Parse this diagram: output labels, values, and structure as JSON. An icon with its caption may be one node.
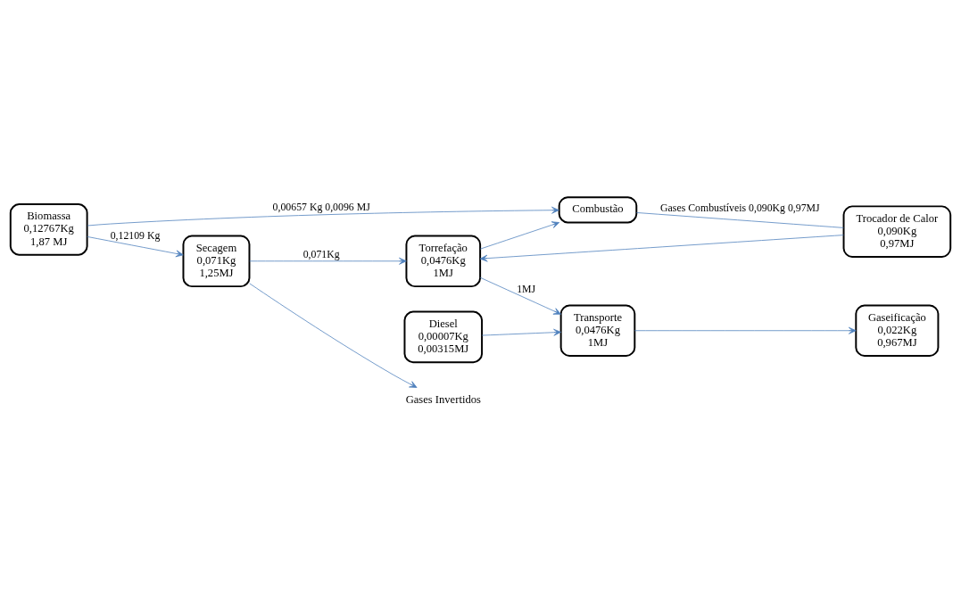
{
  "diagram": {
    "nodes": [
      {
        "text": [
          "Biomassa",
          "0,12767Kg",
          "1,87 MJ"
        ]
      },
      {
        "text": [
          "Secagem",
          "0,071Kg",
          "1,25MJ"
        ]
      },
      {
        "text": [
          "Combustão"
        ]
      },
      {
        "text": [
          "Torrefação",
          "0,0476Kg",
          "1MJ"
        ]
      },
      {
        "text": [
          "Diesel",
          "0,00007Kg",
          "0,00315MJ"
        ]
      },
      {
        "text": [
          "Transporte",
          "0,0476Kg",
          "1MJ"
        ]
      },
      {
        "text": [
          "Trocador de Calor",
          "0,090Kg",
          "0,97MJ"
        ]
      },
      {
        "text": [
          "Gaseificação",
          "0,022Kg",
          "0,967MJ"
        ]
      },
      {
        "text": [
          "Gases Invertidos"
        ]
      }
    ],
    "edges": [
      {
        "from": 0,
        "to": 2,
        "arrow": "to",
        "label": "0,00657 Kg 0,0096 MJ"
      },
      {
        "from": 0,
        "to": 1,
        "arrow": "to",
        "label": "0,12109 Kg"
      },
      {
        "from": 1,
        "to": 8,
        "arrow": "to"
      },
      {
        "from": 1,
        "to": 3,
        "arrow": "to",
        "label": "0,071Kg"
      },
      {
        "from": 3,
        "to": 2,
        "arrow": "to"
      },
      {
        "from": 2,
        "to": 6,
        "arrow": "none",
        "label": "Gases Combustíveis 0,090Kg 0,97MJ"
      },
      {
        "from": 3,
        "to": 5,
        "arrow": "to",
        "label": "1MJ"
      },
      {
        "from": 4,
        "to": 5,
        "arrow": "to"
      },
      {
        "from": 6,
        "to": 3,
        "arrow": "to"
      },
      {
        "from": 5,
        "to": 7,
        "arrow": "to"
      }
    ]
  }
}
